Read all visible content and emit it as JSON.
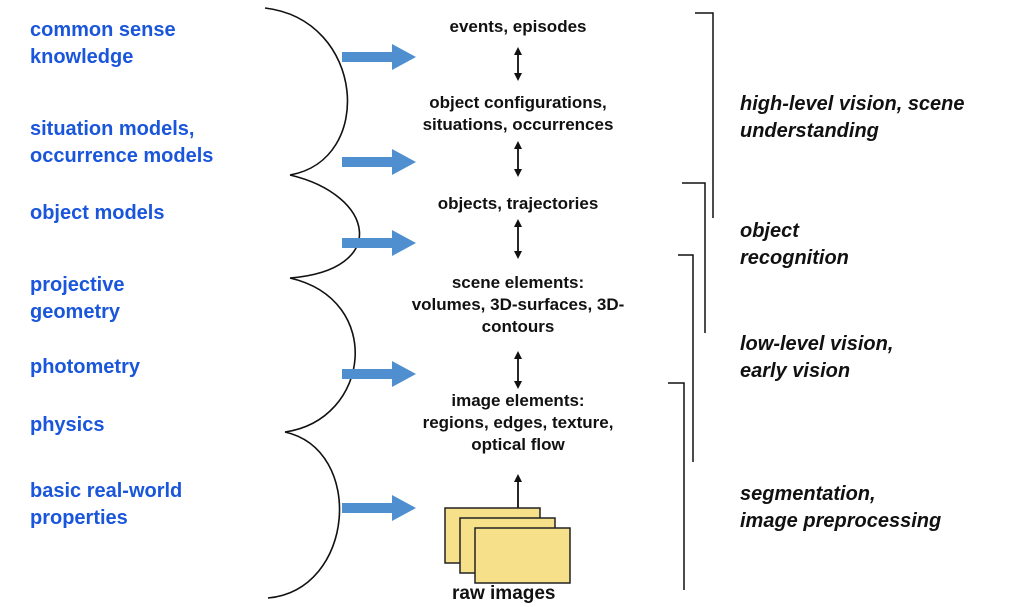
{
  "knowledge": [
    "common sense\nknowledge",
    "situation models,\noccurrence models",
    "object models",
    "projective\ngeometry",
    "photometry",
    "physics",
    "basic real-world\nproperties"
  ],
  "levels": [
    "events, episodes",
    "object configurations,\nsituations, occurrences",
    "objects, trajectories",
    "scene elements:\nvolumes, 3D-surfaces, 3D-\ncontours",
    "image elements:\nregions, edges, texture,\noptical flow"
  ],
  "raw_images_label": "raw images",
  "categories": [
    "high-level vision, scene\nunderstanding",
    "object\nrecognition",
    "low-level vision,\nearly vision",
    "segmentation,\nimage preprocessing"
  ],
  "colors": {
    "knowledge_text": "#1a56db",
    "arrow_fill": "#4f8fd0",
    "image_fill": "#f6e08a",
    "image_stroke": "#222222"
  }
}
